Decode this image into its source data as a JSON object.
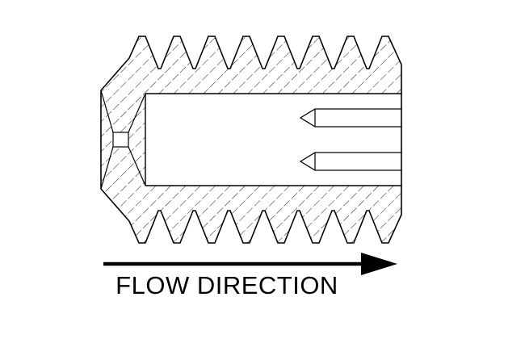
{
  "caption": {
    "text": "FLOW DIRECTION"
  },
  "drawing": {
    "subject": "threaded-insert-cross-section",
    "colors": {
      "line": "#000000",
      "background": "#ffffff"
    },
    "arrow": {
      "icon": "right-arrow-icon",
      "direction": "right"
    }
  }
}
